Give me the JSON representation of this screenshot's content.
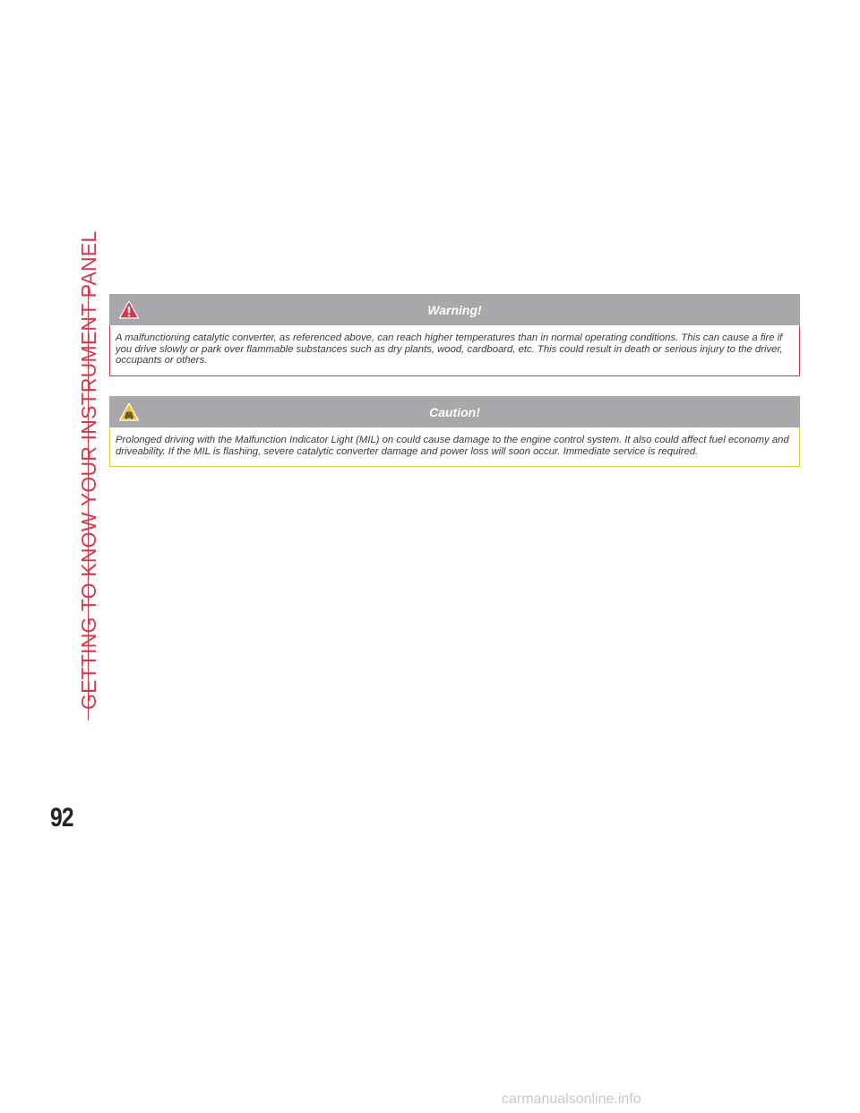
{
  "sidebar": {
    "title": "GETTING TO KNOW YOUR INSTRUMENT PANEL"
  },
  "page_number": "92",
  "warning": {
    "title": "Warning!",
    "icon": "warning-triangle-icon",
    "text": "A malfunctioning catalytic converter, as referenced above, can reach higher temperatures than in normal operating conditions. This can cause a fire if you drive slowly or park over flammable substances such as dry plants, wood, cardboard, etc. This could result in death or serious injury to the driver, occupants or others.",
    "border_color": "#d23a4b"
  },
  "caution": {
    "title": "Caution!",
    "icon": "caution-car-icon",
    "text": "Prolonged driving with the Malfunction Indicator Light (MIL) on could cause damage to the engine control system. It also could affect fuel economy and driveability. If the MIL is flashing, severe catalytic converter damage and power loss will soon occur. Immediate service is required.",
    "border_color": "#e8c838"
  },
  "watermark": "carmanualsonline.info"
}
